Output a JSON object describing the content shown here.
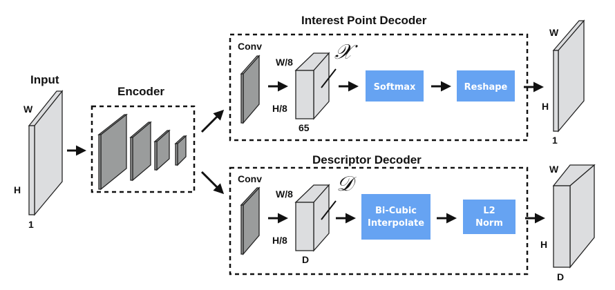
{
  "input": {
    "title": "Input",
    "w_label": "W",
    "h_label": "H",
    "depth_label": "1"
  },
  "encoder": {
    "title": "Encoder"
  },
  "interest_decoder": {
    "title": "Interest Point Decoder",
    "conv_label": "Conv",
    "tensor": {
      "w_label": "W/8",
      "h_label": "H/8",
      "depth_label": "65",
      "symbol": "𝒳"
    },
    "steps": [
      "Softmax",
      "Reshape"
    ],
    "output": {
      "w_label": "W",
      "h_label": "H",
      "depth_label": "1"
    }
  },
  "descriptor_decoder": {
    "title": "Descriptor Decoder",
    "conv_label": "Conv",
    "tensor": {
      "w_label": "W/8",
      "h_label": "H/8",
      "depth_label": "D",
      "symbol": "𝒟"
    },
    "steps": [
      [
        "Bi-Cubic",
        "Interpolate"
      ],
      [
        "L2",
        "Norm"
      ]
    ],
    "output": {
      "w_label": "W",
      "h_label": "H",
      "depth_label": "D"
    }
  },
  "colors": {
    "process_box": "#66a3f2",
    "light_plane": "#dcdddf",
    "dark_plane": "#9a9c9c",
    "line": "#111111"
  }
}
